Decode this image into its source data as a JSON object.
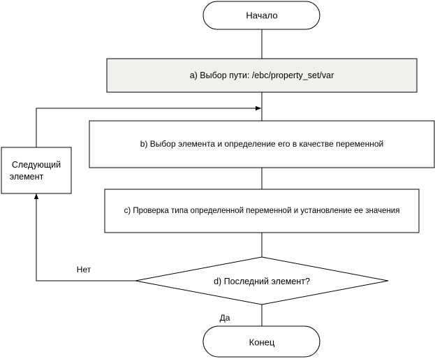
{
  "diagram": {
    "nodes": {
      "start": {
        "label": "Начало",
        "shape": "terminal"
      },
      "a": {
        "label": "a) Выбор пути: /ebc/property_set/var",
        "shape": "process",
        "fill": "#f2f0ec"
      },
      "b": {
        "label": "b) Выбор элемента и определение его в качестве переменной",
        "shape": "process"
      },
      "c": {
        "label": "c) Проверка типа определенной переменной и установление ее значения",
        "shape": "process"
      },
      "d": {
        "label": "d) Последний элемент?",
        "shape": "decision"
      },
      "next": {
        "label_lines": [
          "Следующий",
          "элемент"
        ],
        "shape": "process"
      },
      "end": {
        "label": "Конец",
        "shape": "terminal"
      }
    },
    "edges": [
      {
        "from": "start",
        "to": "a"
      },
      {
        "from": "a",
        "to": "b"
      },
      {
        "from": "b",
        "to": "c"
      },
      {
        "from": "c",
        "to": "d"
      },
      {
        "from": "d",
        "to": "end",
        "label": "Да"
      },
      {
        "from": "d",
        "to": "next",
        "label": "Нет"
      },
      {
        "from": "next",
        "to": "b"
      }
    ],
    "colors": {
      "stroke": "#000000",
      "terminal_fill": "#ffffff",
      "process_fill": "#ffffff",
      "highlight_fill": "#f2f0ec"
    }
  }
}
